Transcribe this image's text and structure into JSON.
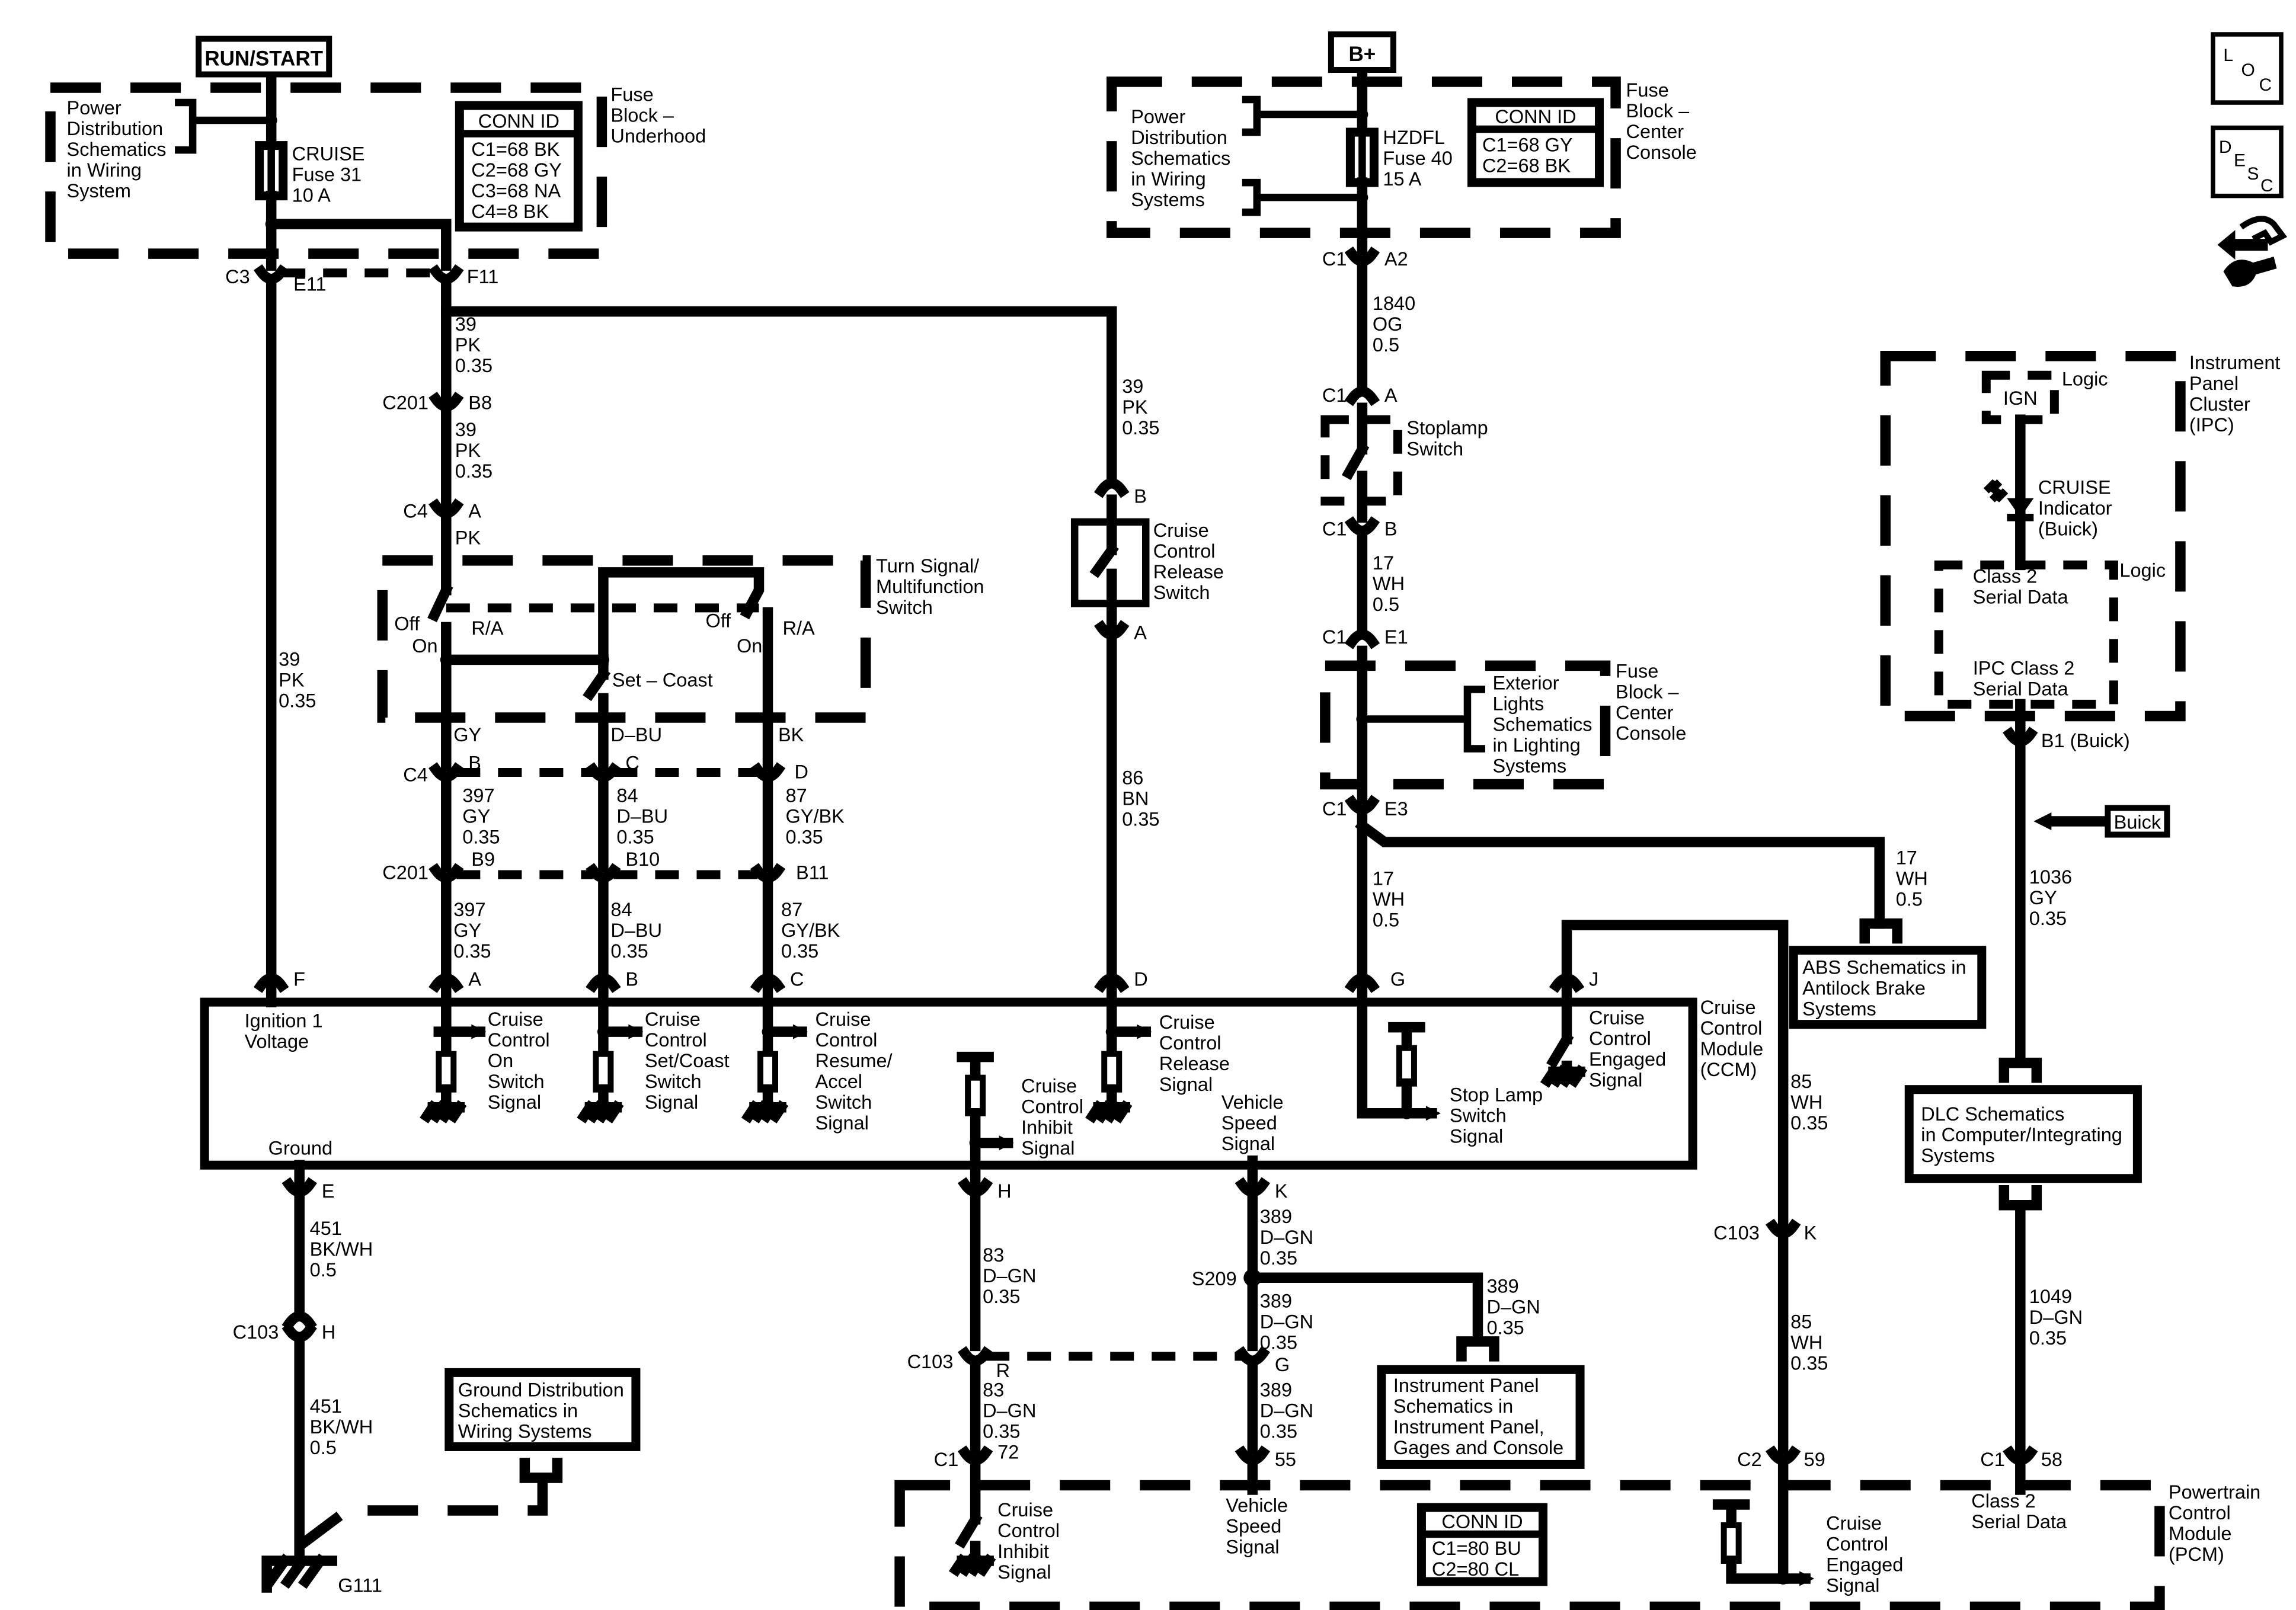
{
  "headers": {
    "run_start": "RUN/START",
    "b_plus": "B+"
  },
  "side_icons": {
    "loc": [
      "L",
      "O",
      "C"
    ],
    "desc": [
      "D",
      "E",
      "S",
      "C"
    ],
    "tool_icon": "wrench-hand-icon"
  },
  "fuse_underhood": {
    "power_dist": [
      "Power",
      "Distribution",
      "Schematics",
      "in Wiring",
      "System"
    ],
    "fuse": [
      "CRUISE",
      "Fuse 31",
      "10 A"
    ],
    "conn_title": "CONN ID",
    "conn": [
      "C1=68 BK",
      "C2=68 GY",
      "C3=68 NA",
      "C4=8 BK"
    ],
    "label": [
      "Fuse",
      "Block –",
      "Underhood"
    ]
  },
  "fuse_console": {
    "power_dist": [
      "Power",
      "Distribution",
      "Schematics",
      "in Wiring",
      "Systems"
    ],
    "fuse": [
      "HZDFL",
      "Fuse 40",
      "15 A"
    ],
    "conn_title": "CONN ID",
    "conn": [
      "C1=68 GY",
      "C2=68 BK"
    ],
    "label": [
      "Fuse",
      "Block –",
      "Center",
      "Console"
    ]
  },
  "connectors": {
    "c3": "C3",
    "e11": "E11",
    "f11": "F11",
    "c201": "C201",
    "b8": "B8",
    "c4": "C4",
    "a": "A",
    "b": "B",
    "c": "C",
    "d": "D",
    "b9": "B9",
    "b10": "B10",
    "b11": "B11",
    "f": "F",
    "e": "E",
    "h": "H",
    "k": "K",
    "g": "G",
    "j": "J",
    "c1": "C1",
    "a2": "A2",
    "e1": "E1",
    "e3": "E3",
    "c103": "C103",
    "r": "R",
    "s209": "S209",
    "p72": "72",
    "p55": "55",
    "c2": "C2",
    "p59": "59",
    "p58": "58",
    "b1_buick": "B1 (Buick)",
    "g111": "G111"
  },
  "wires": {
    "pk39": [
      "39",
      "PK",
      "0.35"
    ],
    "pk_short": "PK",
    "gy": "GY",
    "dbu": "D–BU",
    "bk": "BK",
    "gy397": [
      "397",
      "GY",
      "0.35"
    ],
    "dbu84": [
      "84",
      "D–BU",
      "0.35"
    ],
    "gybk87": [
      "87",
      "GY/BK",
      "0.35"
    ],
    "bn86": [
      "86",
      "BN",
      "0.35"
    ],
    "og1840": [
      "1840",
      "OG",
      "0.5"
    ],
    "wh17": [
      "17",
      "WH",
      "0.5"
    ],
    "wh85": [
      "85",
      "WH",
      "0.35"
    ],
    "gy1036": [
      "1036",
      "GY",
      "0.35"
    ],
    "dgn1049": [
      "1049",
      "D–GN",
      "0.35"
    ],
    "bkwh451": [
      "451",
      "BK/WH",
      "0.5"
    ],
    "dgn83": [
      "83",
      "D–GN",
      "0.35"
    ],
    "dgn389": [
      "389",
      "D–GN",
      "0.35"
    ]
  },
  "turn_switch": {
    "label": [
      "Turn Signal/",
      "Multifunction",
      "Switch"
    ],
    "off": "Off",
    "on": "On",
    "ra": "R/A",
    "set_coast": "Set – Coast"
  },
  "release_switch": [
    "Cruise",
    "Control",
    "Release",
    "Switch"
  ],
  "stoplamp_switch": [
    "Stoplamp",
    "Switch"
  ],
  "exterior_lights": [
    "Exterior",
    "Lights",
    "Schematics",
    "in Lighting",
    "Systems"
  ],
  "console_fuse_label": [
    "Fuse",
    "Block –",
    "Center",
    "Console"
  ],
  "ipc": {
    "label": [
      "Instrument",
      "Panel",
      "Cluster",
      "(IPC)"
    ],
    "ign": "IGN",
    "logic": "Logic",
    "cruise_ind": [
      "CRUISE",
      "Indicator",
      "(Buick)"
    ],
    "class2": [
      "Class 2",
      "Serial Data"
    ],
    "ipc_class2": [
      "IPC Class 2",
      "Serial Data"
    ]
  },
  "buick_tag": "Buick",
  "abs_box": [
    "ABS Schematics in",
    "Antilock Brake",
    "Systems"
  ],
  "dlc_box": [
    "DLC Schematics",
    "in Computer/Integrating",
    "Systems"
  ],
  "ccm": {
    "label": [
      "Cruise",
      "Control",
      "Module",
      "(CCM)"
    ],
    "ign1": [
      "Ignition 1",
      "Voltage"
    ],
    "on_switch": [
      "Cruise",
      "Control",
      "On",
      "Switch",
      "Signal"
    ],
    "setcoast": [
      "Cruise",
      "Control",
      "Set/Coast",
      "Switch",
      "Signal"
    ],
    "resume": [
      "Cruise",
      "Control",
      "Resume/",
      "Accel",
      "Switch",
      "Signal"
    ],
    "release": [
      "Cruise",
      "Control",
      "Release",
      "Signal"
    ],
    "inhibit": [
      "Cruise",
      "Control",
      "Inhibit",
      "Signal"
    ],
    "vss": [
      "Vehicle",
      "Speed",
      "Signal"
    ],
    "stoplamp": [
      "Stop Lamp",
      "Switch",
      "Signal"
    ],
    "engaged": [
      "Cruise",
      "Control",
      "Engaged",
      "Signal"
    ],
    "ground": "Ground"
  },
  "ground_dist": [
    "Ground Distribution",
    "Schematics in",
    "Wiring Systems"
  ],
  "ip_box": [
    "Instrument Panel",
    "Schematics in",
    "Instrument Panel,",
    "Gages and Console"
  ],
  "pcm": {
    "label": [
      "Powertrain",
      "Control",
      "Module",
      "(PCM)"
    ],
    "inhibit": [
      "Cruise",
      "Control",
      "Inhibit",
      "Signal"
    ],
    "vss": [
      "Vehicle",
      "Speed",
      "Signal"
    ],
    "engaged": [
      "Cruise",
      "Control",
      "Engaged",
      "Signal"
    ],
    "class2": [
      "Class 2",
      "Serial Data"
    ],
    "conn_title": "CONN ID",
    "conn": [
      "C1=80 BU",
      "C2=80 CL"
    ]
  }
}
